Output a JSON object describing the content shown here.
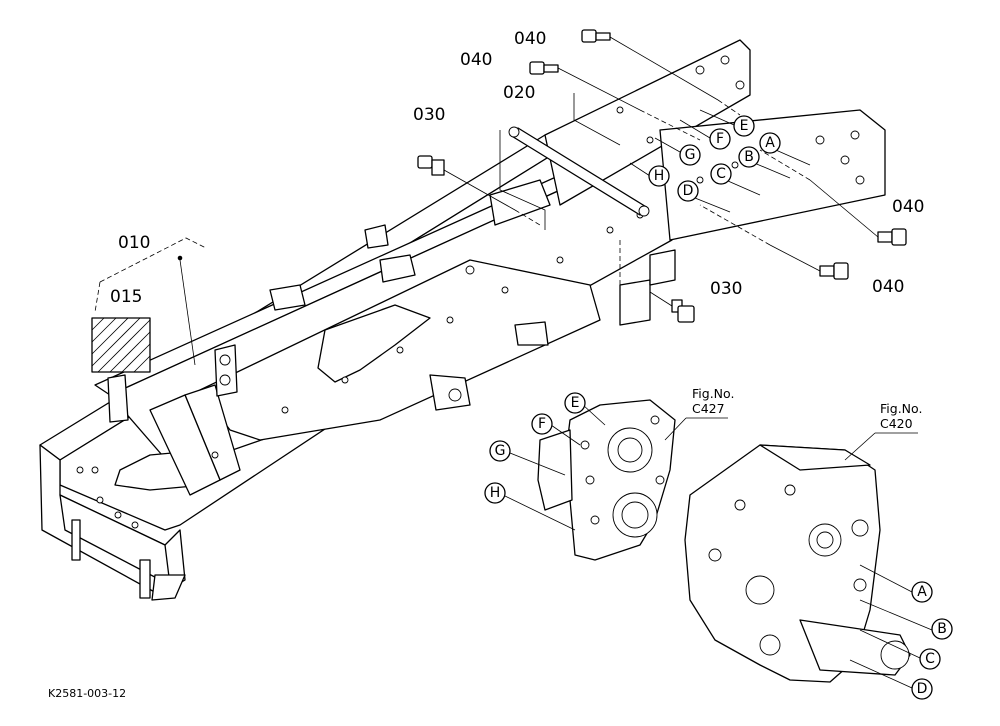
{
  "parts": {
    "frame": "010",
    "label_sticker": "015",
    "shaft": "020",
    "bolt_030_left": "030",
    "bolt_030_right": "030",
    "bolt_040_top": "040",
    "bolt_040_second": "040",
    "bolt_040_right_upper": "040",
    "bolt_040_right_lower": "040"
  },
  "callouts": {
    "A": "A",
    "B": "B",
    "C": "C",
    "D": "D",
    "E": "E",
    "F": "F",
    "G": "G",
    "H": "H",
    "A2": "A",
    "B2": "B",
    "C2": "C",
    "D2": "D",
    "E2": "E",
    "F2": "F",
    "G2": "G",
    "H2": "H"
  },
  "figure_refs": {
    "left_caption": "Fig.No.",
    "left_number": "C427",
    "right_caption": "Fig.No.",
    "right_number": "C420"
  },
  "drawing_code": "K2581-003-12"
}
